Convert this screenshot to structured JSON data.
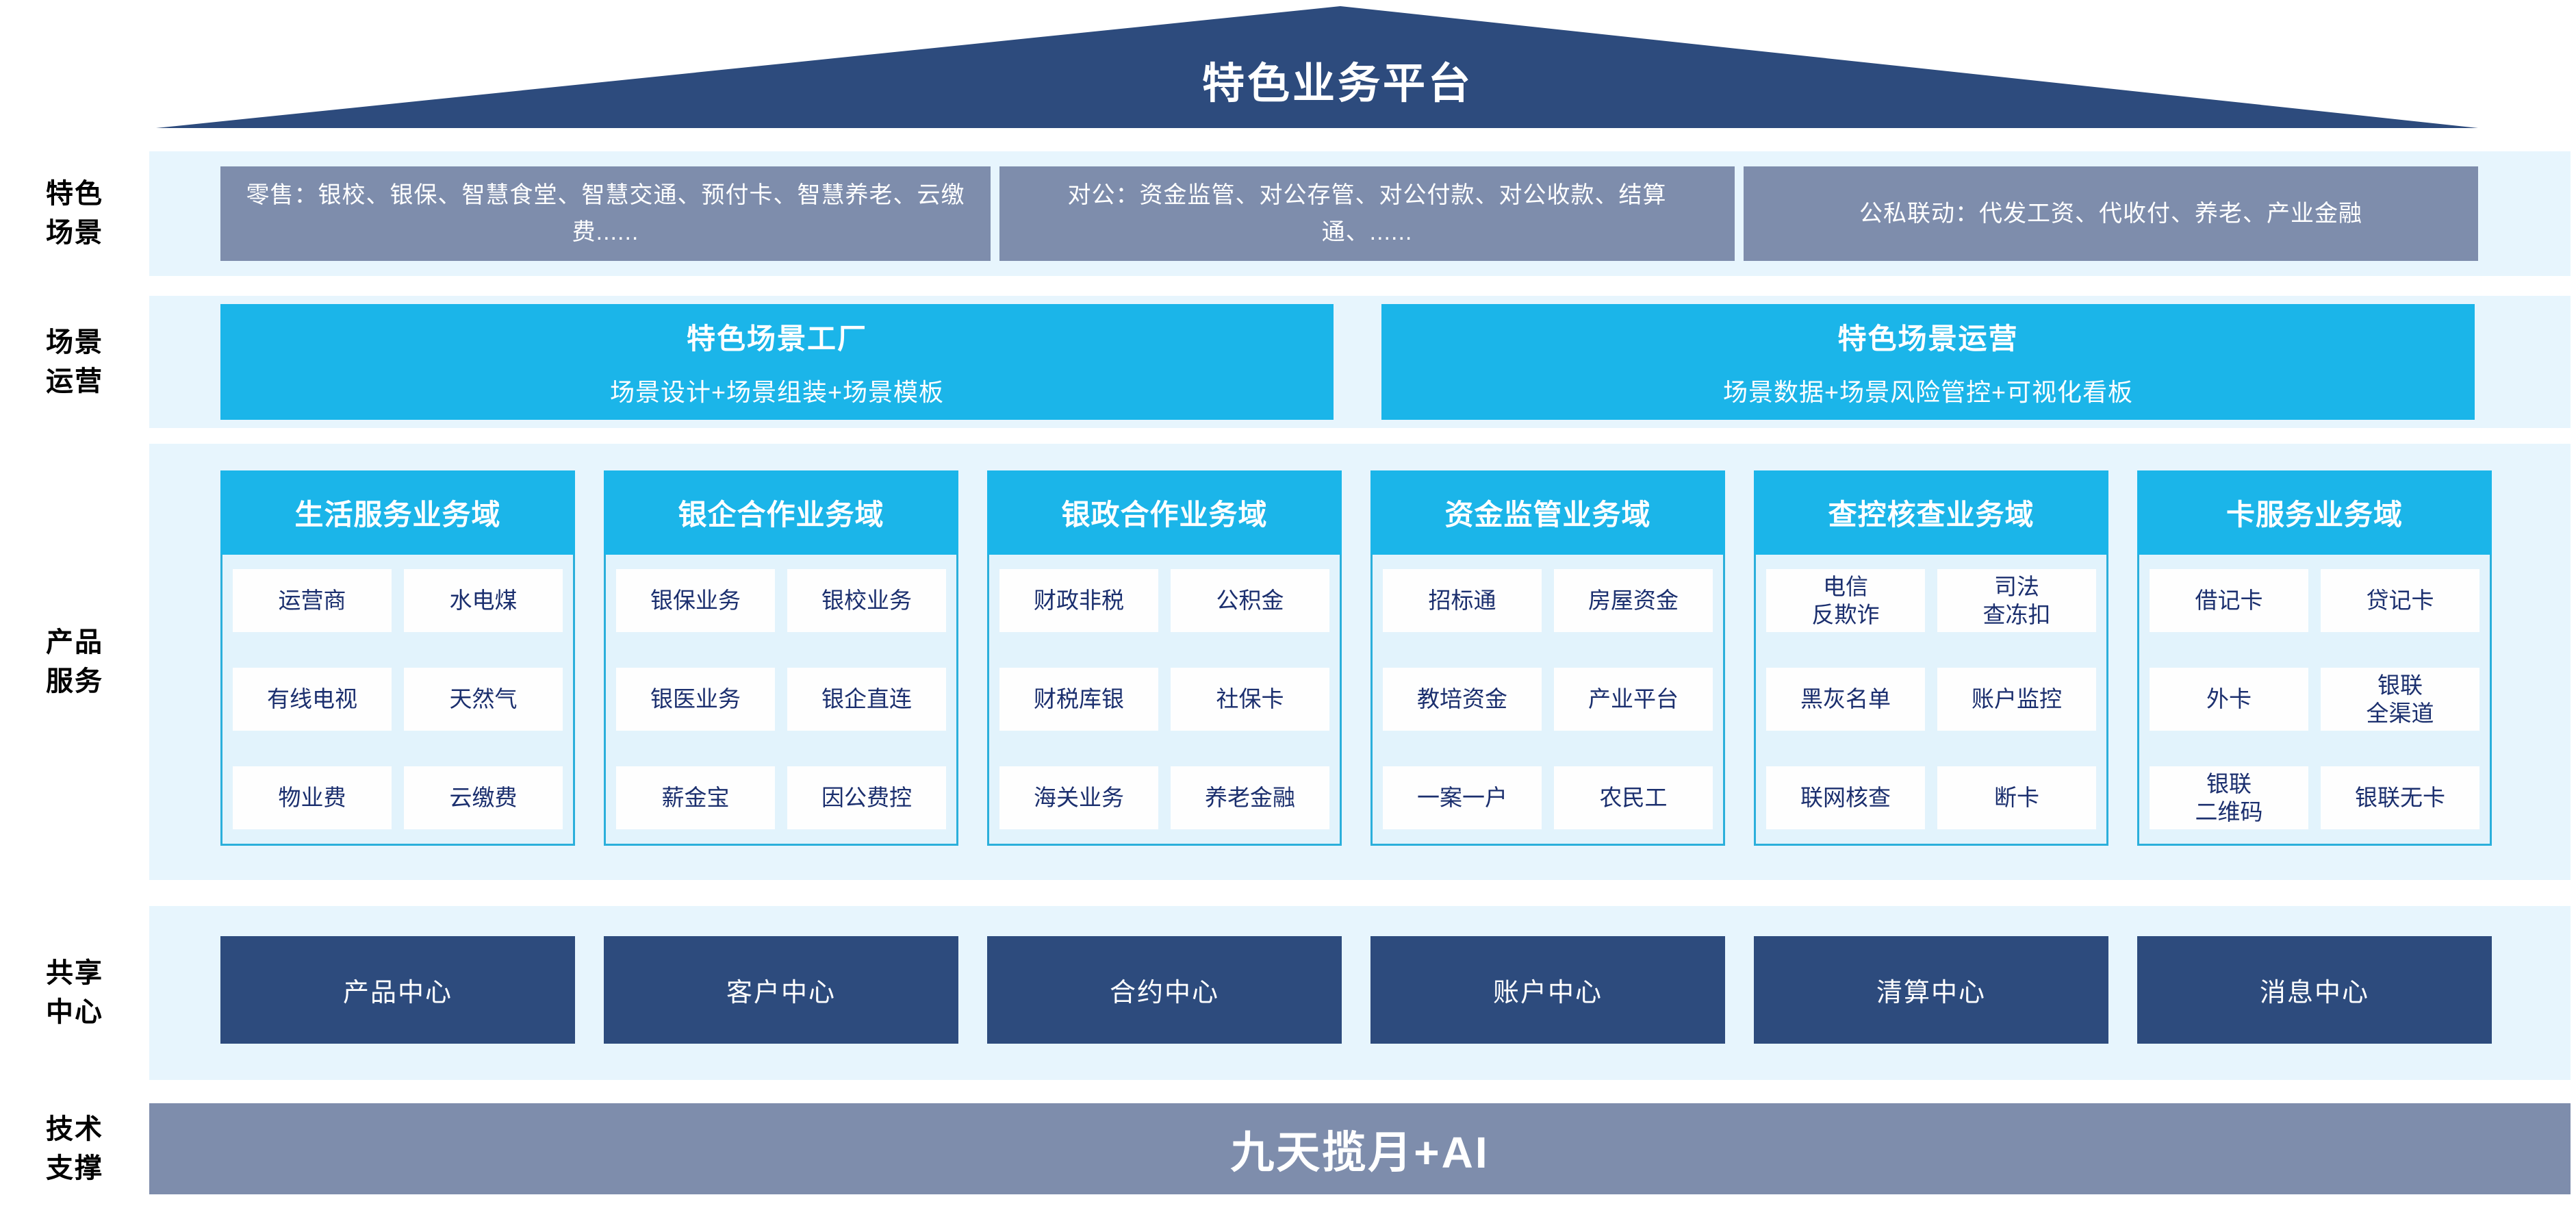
{
  "palette": {
    "navy": "#2d4b7d",
    "cyan": "#1bb5e9",
    "slate": "#7e8dac",
    "band_blue": "#e7f5fd",
    "column_body_blue": "#e2f3fc",
    "column_border_cyan": "#2bafdb",
    "item_text_navy": "#1b2f6e"
  },
  "roof": {
    "title": "特色业务平台"
  },
  "side_labels": [
    {
      "lines": [
        "特色",
        "场景"
      ]
    },
    {
      "lines": [
        "场景",
        "运营"
      ]
    },
    {
      "lines": [
        "产品",
        "服务"
      ]
    },
    {
      "lines": [
        "共享",
        "中心"
      ]
    },
    {
      "lines": [
        "技术",
        "支撑"
      ]
    }
  ],
  "scenario_row": {
    "boxes": [
      "零售：银校、银保、智慧食堂、智慧交通、预付卡、智慧养老、云缴费......",
      "对公：资金监管、对公存管、对公付款、对公收款、结算通、......",
      "公私联动：代发工资、代收付、养老、产业金融"
    ]
  },
  "operation_row": {
    "boxes": [
      {
        "title": "特色场景工厂",
        "subtitle": "场景设计+场景组装+场景模板"
      },
      {
        "title": "特色场景运营",
        "subtitle": "场景数据+场景风险管控+可视化看板"
      }
    ]
  },
  "product_row": {
    "domains": [
      {
        "title": "生活服务业务域",
        "items": [
          "运营商",
          "水电煤",
          "有线电视",
          "天然气",
          "物业费",
          "云缴费"
        ]
      },
      {
        "title": "银企合作业务域",
        "items": [
          "银保业务",
          "银校业务",
          "银医业务",
          "银企直连",
          "薪金宝",
          "因公费控"
        ]
      },
      {
        "title": "银政合作业务域",
        "items": [
          "财政非税",
          "公积金",
          "财税库银",
          "社保卡",
          "海关业务",
          "养老金融"
        ]
      },
      {
        "title": "资金监管业务域",
        "items": [
          "招标通",
          "房屋资金",
          "教培资金",
          "产业平台",
          "一案一户",
          "农民工"
        ]
      },
      {
        "title": "查控核查业务域",
        "items": [
          "电信\n反欺诈",
          "司法\n查冻扣",
          "黑灰名单",
          "账户监控",
          "联网核查",
          "断卡"
        ]
      },
      {
        "title": "卡服务业务域",
        "items": [
          "借记卡",
          "贷记卡",
          "外卡",
          "银联\n全渠道",
          "银联\n二维码",
          "银联无卡"
        ]
      }
    ]
  },
  "center_row": {
    "boxes": [
      "产品中心",
      "客户中心",
      "合约中心",
      "账户中心",
      "清算中心",
      "消息中心"
    ]
  },
  "tech_row": {
    "bar_text": "九天揽月+AI"
  }
}
